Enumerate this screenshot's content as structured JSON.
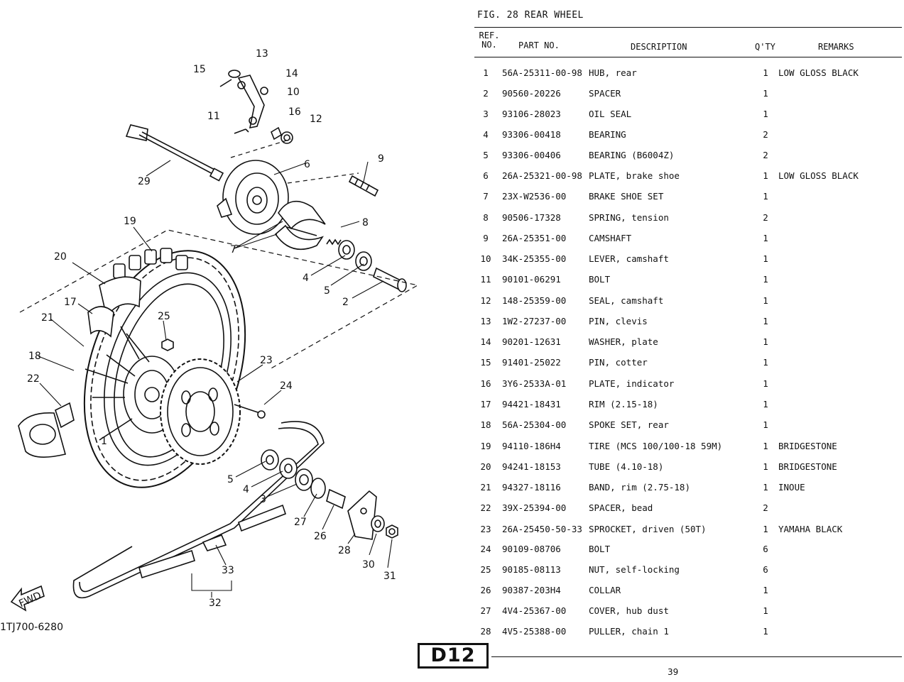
{
  "figure": {
    "title": "FIG. 28  REAR WHEEL"
  },
  "table": {
    "headers": {
      "ref_line1": "REF.",
      "ref_line2": "NO.",
      "part": "PART NO.",
      "description": "DESCRIPTION",
      "qty": "Q'TY",
      "remarks": "REMARKS"
    },
    "rows": [
      {
        "ref": "1",
        "part": "56A-25311-00-98",
        "desc": "HUB, rear",
        "qty": "1",
        "remarks": "LOW GLOSS BLACK"
      },
      {
        "ref": "2",
        "part": "90560-20226",
        "desc": "SPACER",
        "qty": "1",
        "remarks": ""
      },
      {
        "ref": "3",
        "part": "93106-28023",
        "desc": "OIL SEAL",
        "qty": "1",
        "remarks": ""
      },
      {
        "ref": "4",
        "part": "93306-00418",
        "desc": "BEARING",
        "qty": "2",
        "remarks": ""
      },
      {
        "ref": "5",
        "part": "93306-00406",
        "desc": "BEARING (B6004Z)",
        "qty": "2",
        "remarks": ""
      },
      {
        "ref": "6",
        "part": "26A-25321-00-98",
        "desc": "PLATE, brake shoe",
        "qty": "1",
        "remarks": "LOW GLOSS BLACK"
      },
      {
        "ref": "7",
        "part": "23X-W2536-00",
        "desc": "BRAKE SHOE SET",
        "qty": "1",
        "remarks": ""
      },
      {
        "ref": "8",
        "part": "90506-17328",
        "desc": "SPRING, tension",
        "qty": "2",
        "remarks": ""
      },
      {
        "ref": "9",
        "part": "26A-25351-00",
        "desc": "CAMSHAFT",
        "qty": "1",
        "remarks": ""
      },
      {
        "ref": "10",
        "part": "34K-25355-00",
        "desc": "LEVER, camshaft",
        "qty": "1",
        "remarks": ""
      },
      {
        "ref": "11",
        "part": "90101-06291",
        "desc": "BOLT",
        "qty": "1",
        "remarks": ""
      },
      {
        "ref": "12",
        "part": "148-25359-00",
        "desc": "SEAL, camshaft",
        "qty": "1",
        "remarks": ""
      },
      {
        "ref": "13",
        "part": "1W2-27237-00",
        "desc": "PIN, clevis",
        "qty": "1",
        "remarks": ""
      },
      {
        "ref": "14",
        "part": "90201-12631",
        "desc": "WASHER, plate",
        "qty": "1",
        "remarks": ""
      },
      {
        "ref": "15",
        "part": "91401-25022",
        "desc": "PIN, cotter",
        "qty": "1",
        "remarks": ""
      },
      {
        "ref": "16",
        "part": "3Y6-2533A-01",
        "desc": "PLATE, indicator",
        "qty": "1",
        "remarks": ""
      },
      {
        "ref": "17",
        "part": "94421-18431",
        "desc": "RIM (2.15-18)",
        "qty": "1",
        "remarks": ""
      },
      {
        "ref": "18",
        "part": "56A-25304-00",
        "desc": "SPOKE SET, rear",
        "qty": "1",
        "remarks": ""
      },
      {
        "ref": "19",
        "part": "94110-186H4",
        "desc": "TIRE (MCS 100/100-18 59M)",
        "qty": "1",
        "remarks": "BRIDGESTONE"
      },
      {
        "ref": "20",
        "part": "94241-18153",
        "desc": "TUBE (4.10-18)",
        "qty": "1",
        "remarks": "BRIDGESTONE"
      },
      {
        "ref": "21",
        "part": "94327-18116",
        "desc": "BAND, rim (2.75-18)",
        "qty": "1",
        "remarks": "INOUE"
      },
      {
        "ref": "22",
        "part": "39X-25394-00",
        "desc": "SPACER, bead",
        "qty": "2",
        "remarks": ""
      },
      {
        "ref": "23",
        "part": "26A-25450-50-33",
        "desc": "SPROCKET, driven (50T)",
        "qty": "1",
        "remarks": "YAMAHA BLACK"
      },
      {
        "ref": "24",
        "part": "90109-08706",
        "desc": "BOLT",
        "qty": "6",
        "remarks": ""
      },
      {
        "ref": "25",
        "part": "90185-08113",
        "desc": "NUT, self-locking",
        "qty": "6",
        "remarks": ""
      },
      {
        "ref": "26",
        "part": "90387-203H4",
        "desc": "COLLAR",
        "qty": "1",
        "remarks": ""
      },
      {
        "ref": "27",
        "part": "4V4-25367-00",
        "desc": "COVER, hub dust",
        "qty": "1",
        "remarks": ""
      },
      {
        "ref": "28",
        "part": "4V5-25388-00",
        "desc": "PULLER, chain 1",
        "qty": "1",
        "remarks": ""
      }
    ]
  },
  "diagram": {
    "callouts": [
      "1",
      "2",
      "3",
      "4",
      "5",
      "6",
      "7",
      "8",
      "9",
      "10",
      "11",
      "12",
      "13",
      "14",
      "15",
      "16",
      "17",
      "18",
      "19",
      "20",
      "21",
      "22",
      "23",
      "24",
      "25",
      "26",
      "27",
      "28",
      "29",
      "30",
      "31",
      "32",
      "33"
    ],
    "fwd_label": "FWD",
    "drawing_code": "1TJ700-6280"
  },
  "footer": {
    "badge": "D12",
    "page_number": "39"
  }
}
